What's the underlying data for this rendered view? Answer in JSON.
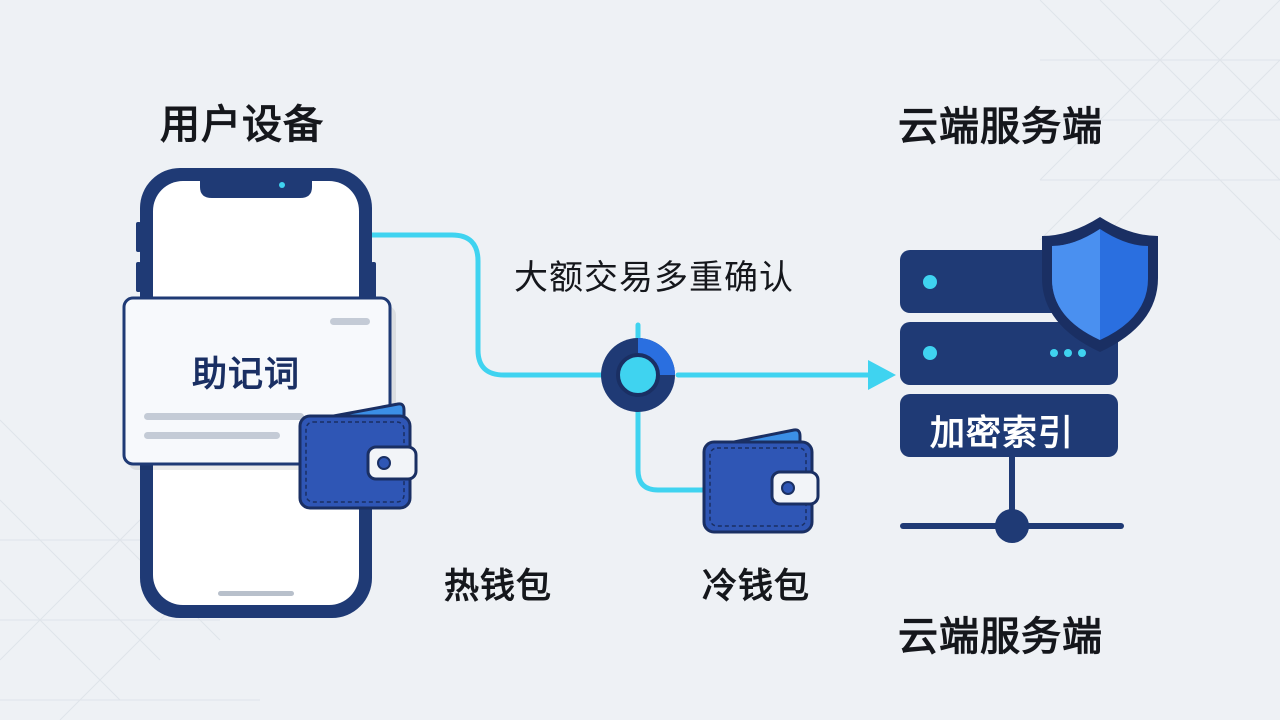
{
  "labels": {
    "user_device": "用户设备",
    "cloud_top": "云端服务端",
    "confirm": "大额交易多重确认",
    "mnemonic": "助记词",
    "hot_wallet": "热钱包",
    "cold_wallet": "冷钱包",
    "encrypted_index": "加密索引",
    "cloud_bottom": "云端服务端"
  },
  "colors": {
    "background": "#eef1f5",
    "navy": "#1f3a75",
    "wallet_blue": "#2f56b5",
    "connector_cyan": "#3fd3f0",
    "shield_blue": "#2a6fe0",
    "text": "#15171c"
  },
  "icons": [
    "smartphone-icon",
    "wallet-icon",
    "server-icon",
    "shield-icon",
    "network-node-icon"
  ]
}
